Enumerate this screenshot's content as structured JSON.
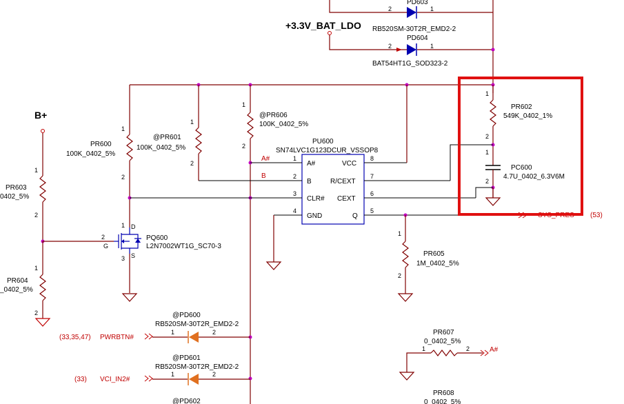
{
  "labels": {
    "bat_ldo": "+3.3V_BAT_LDO",
    "bplus": "B+",
    "pd603_ref": "PD603",
    "pd603_val": "RB520SM-30T2R_EMD2-2",
    "pd604_ref": "PD604",
    "pd604_val": "BAT54HT1G_SOD323-2",
    "pr606_ref": "@PR606",
    "pr606_val": "100K_0402_5%",
    "pr601_ref": "@PR601",
    "pr601_val": "100K_0402_5%",
    "pr600_ref": "PR600",
    "pr600_val": "100K_0402_5%",
    "pr603_ref": "PR603",
    "pr603_val": "0402_5%",
    "pr604_ref": "PR604",
    "pr604_val": "_0402_5%",
    "pq600_ref": "PQ600",
    "pq600_val": "L2N7002WT1G_SC70-3",
    "pu600_ref": "PU600",
    "pu600_val": "SN74LVC1G123DCUR_VSSOP8",
    "pr602_ref": "PR602",
    "pr602_val": "549K_0402_1%",
    "pc600_ref": "PC600",
    "pc600_val": "4.7U_0402_6.3V6M",
    "pr605_ref": "PR605",
    "pr605_val": "1M_0402_5%",
    "pd600_ref": "@PD600",
    "pd600_val": "RB520SM-30T2R_EMD2-2",
    "pd601_ref": "@PD601",
    "pd601_val": "RB520SM-30T2R_EMD2-2",
    "pd602_ref": "@PD602",
    "pr607_ref": "PR607",
    "pr607_val": "0_0402_5%",
    "pr608_ref": "PR608",
    "pr608_val": "0_0402_5%",
    "pwrbtn_ref": "(33,35,47)",
    "pwrbtn_net": "PWRBTN#",
    "vci_ref": "(33)",
    "vci_net": "VCI_IN2#",
    "sys_pres_net": "SYS_PRES",
    "sys_pres_ref": "(53)",
    "net_a": "A#",
    "net_b": "B",
    "a_out": "A#"
  },
  "ic_pins": {
    "left": [
      {
        "num": "1",
        "name": "A#"
      },
      {
        "num": "2",
        "name": "B"
      },
      {
        "num": "3",
        "name": "CLR#"
      },
      {
        "num": "4",
        "name": "GND"
      }
    ],
    "right": [
      {
        "num": "8",
        "name": "VCC"
      },
      {
        "num": "7",
        "name": "R/CEXT"
      },
      {
        "num": "6",
        "name": "CEXT"
      },
      {
        "num": "5",
        "name": "Q"
      }
    ]
  },
  "pin_numbers": {
    "one": "1",
    "two": "2",
    "three": "3"
  },
  "mosfet_pins": {
    "d": "D",
    "g": "G",
    "s": "S"
  },
  "colors": {
    "wire": "#800000",
    "junction": "#c000c0",
    "component_blue": "#0000b0",
    "net_red": "#c00000",
    "highlight_box": "#e01010"
  }
}
